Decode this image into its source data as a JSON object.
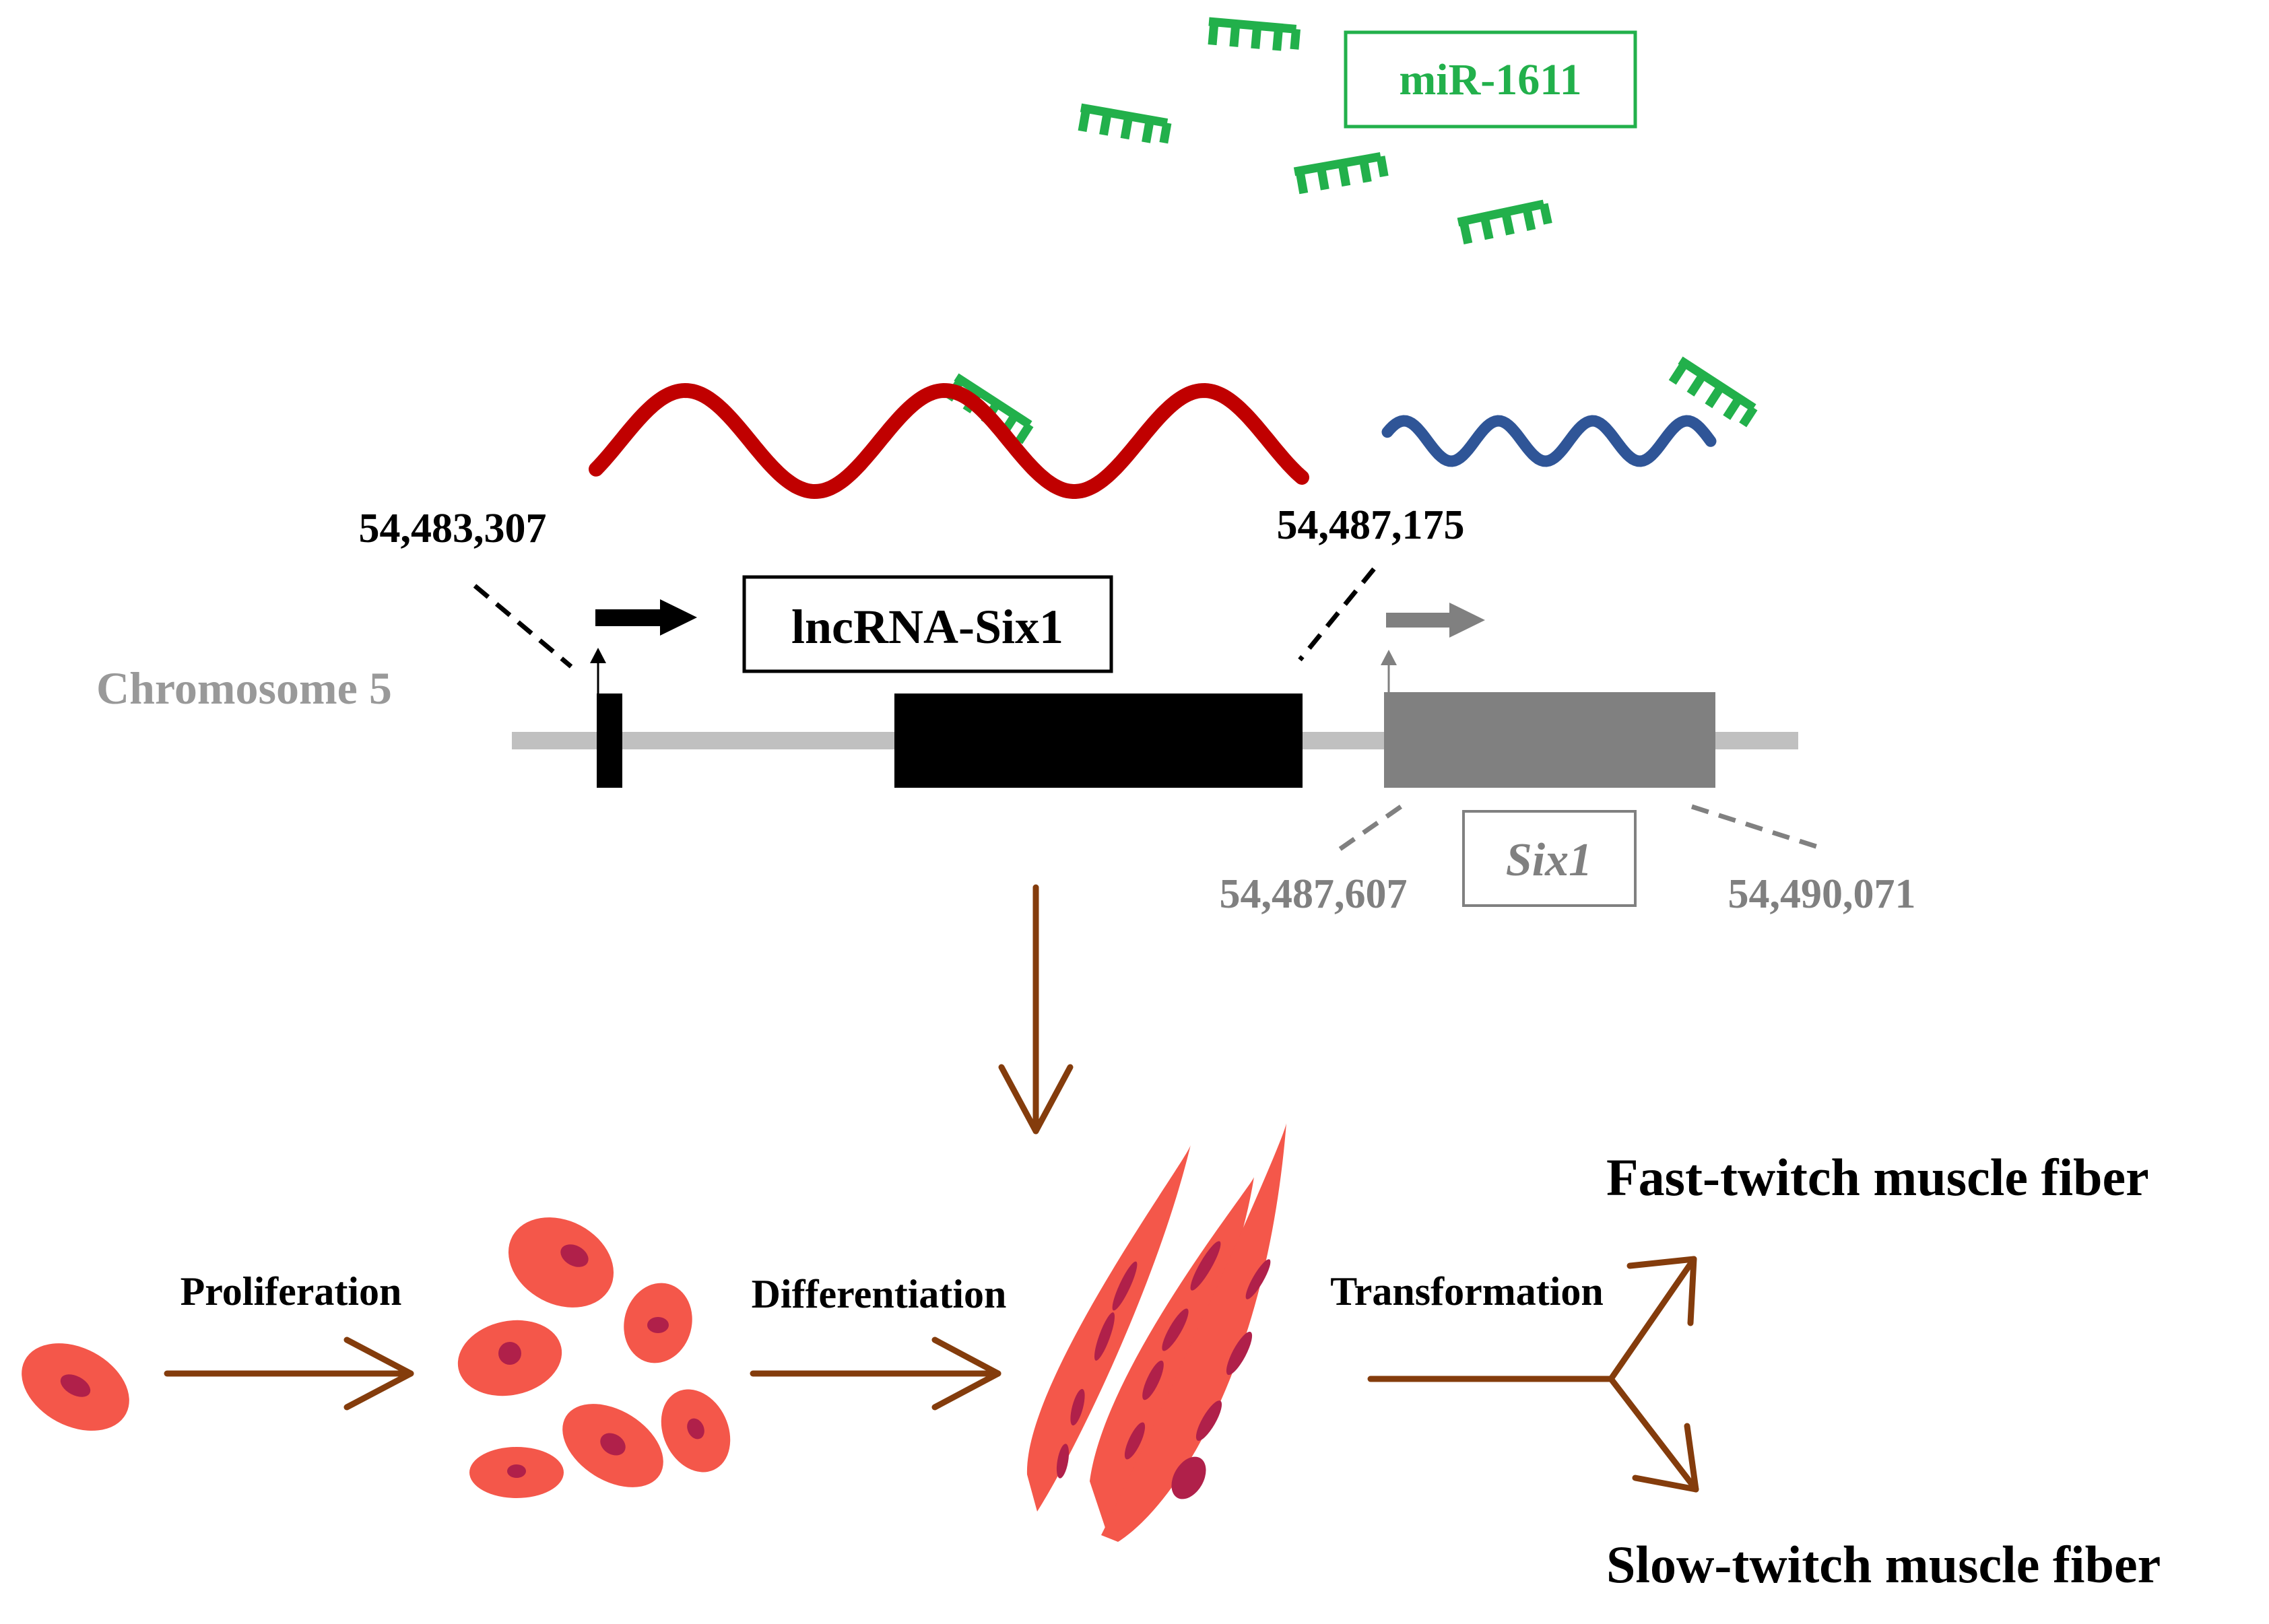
{
  "colors": {
    "mirna": "#22b04b",
    "lncrna_wave": "#c00000",
    "six1_wave": "#2f5597",
    "lnc_exon": "#000000",
    "six1_exon": "#808080",
    "chromosome_line": "#c0c0c0",
    "chromosome_label": "#999999",
    "flow_arrow": "#843c0c",
    "cell_fill": "#f4574a",
    "nucleus_fill": "#b0204a"
  },
  "mirna": {
    "label": "miR-1611"
  },
  "chromosome": {
    "label": "Chromosome 5"
  },
  "lncrna": {
    "label": "lncRNA-Six1",
    "start_coord": "54,483,307",
    "end_coord": "54,487,175"
  },
  "six1": {
    "label": "Six1",
    "start_coord": "54,487,607",
    "end_coord": "54,490,071"
  },
  "process": {
    "proliferation": "Proliferation",
    "differentiation": "Differentiation",
    "transformation": "Transformation",
    "fast_fiber": "Fast-twitch muscle fiber",
    "slow_fiber": "Slow-twitch muscle fiber"
  }
}
